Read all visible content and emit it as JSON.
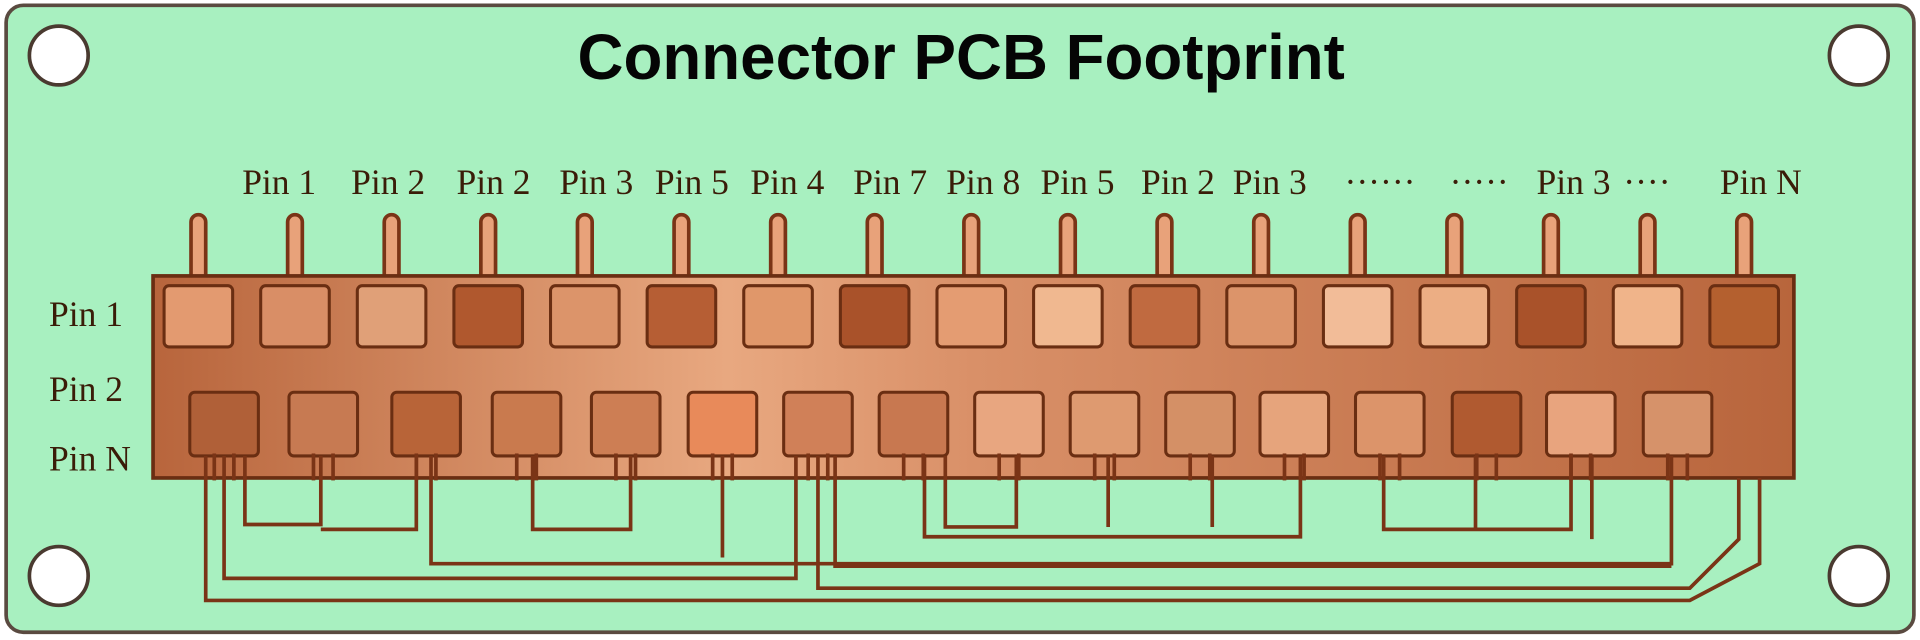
{
  "title": "Connector PCB Footprint",
  "top_labels": [
    "Pin 1",
    "Pin 2",
    "Pin 2",
    "Pin 3",
    "Pin 5",
    "Pin 4",
    "Pin 7",
    "Pin 8",
    "Pin 5",
    "Pin 2",
    "Pin 3",
    "······",
    "·····",
    "Pin 3",
    "····",
    "Pin N"
  ],
  "row_labels": [
    "Pin 1",
    "Pin 2",
    "Pin N"
  ],
  "colors": {
    "board": "#a8f0c0",
    "copper": "#c97a4e",
    "trace": "#7a3416",
    "outline": "#5a4a40"
  }
}
